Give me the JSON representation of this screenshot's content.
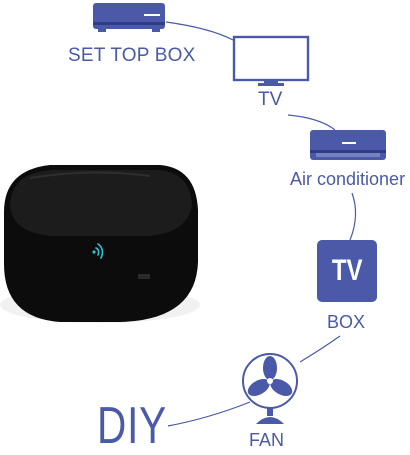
{
  "colors": {
    "accent": "#4a5aa8",
    "device_body": "#111111",
    "indicator": "#2ec4d8"
  },
  "nodes": {
    "set_top_box": {
      "label": "SET TOP BOX",
      "icon": "set-top-box-icon"
    },
    "tv": {
      "label": "TV",
      "icon": "tv-monitor-icon"
    },
    "air_conditioner": {
      "label": "Air conditioner",
      "icon": "air-conditioner-icon"
    },
    "tv_box": {
      "tile_text": "TV",
      "label": "BOX",
      "icon": "tv-box-icon"
    },
    "fan": {
      "label": "FAN",
      "icon": "fan-icon"
    }
  },
  "hub": {
    "icon": "ir-remote-hub-icon",
    "indicator_icon": "wifi-signal-icon"
  },
  "diy_text": "DIY"
}
